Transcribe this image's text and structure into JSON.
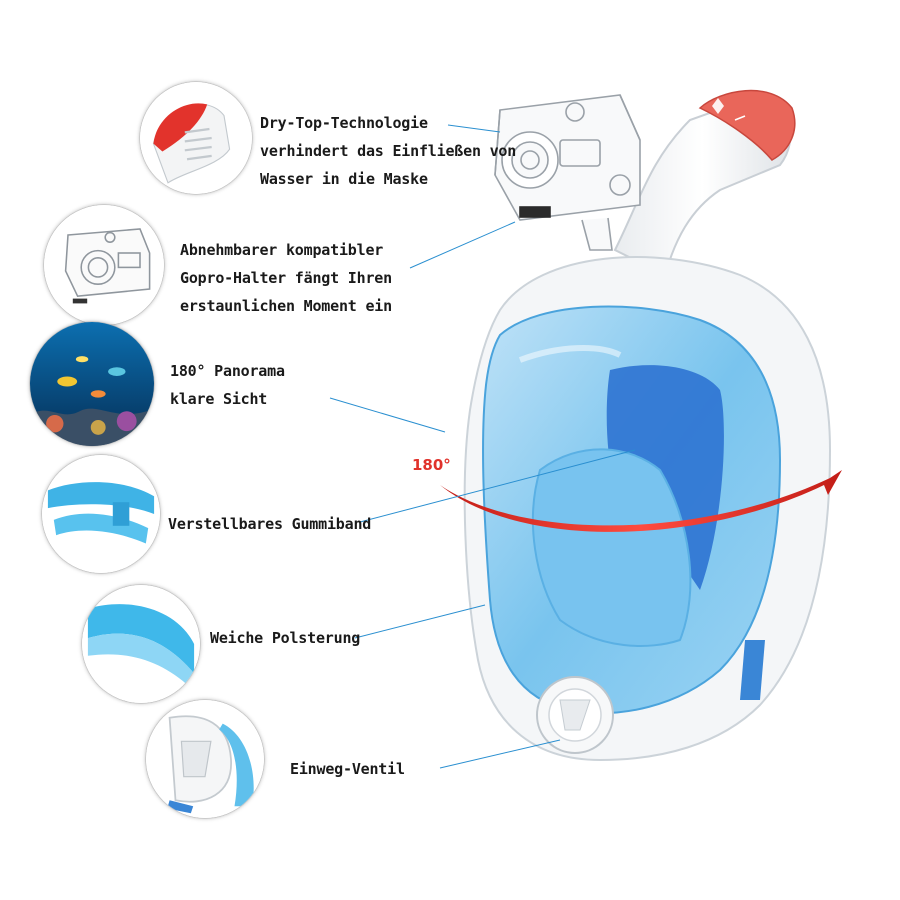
{
  "features": [
    {
      "id": "dry-top",
      "icon": "dry-top-snorkel-icon",
      "lines": [
        "Dry-Top-Technologie",
        "verhindert das Einfließen von",
        "Wasser in die Maske"
      ]
    },
    {
      "id": "gopro",
      "icon": "gopro-camera-icon",
      "lines": [
        "Abnehmbarer kompatibler",
        "Gopro-Halter fängt Ihren",
        "erstaunlichen Moment ein"
      ]
    },
    {
      "id": "panorama",
      "icon": "underwater-reef-icon",
      "lines": [
        "180° Panorama",
        "klare Sicht"
      ]
    },
    {
      "id": "strap",
      "icon": "strap-icon",
      "lines": [
        "Verstellbares Gummiband"
      ]
    },
    {
      "id": "padding",
      "icon": "padding-icon",
      "lines": [
        "Weiche Polsterung"
      ]
    },
    {
      "id": "valve",
      "icon": "valve-icon",
      "lines": [
        "Einweg-Ventil"
      ]
    }
  ],
  "arc_label": "180°",
  "colors": {
    "mask_blue": "#5fb6e8",
    "mask_white": "#f4f6f8",
    "accent_red": "#e0322b",
    "pointer_line": "#2a8fd0"
  }
}
